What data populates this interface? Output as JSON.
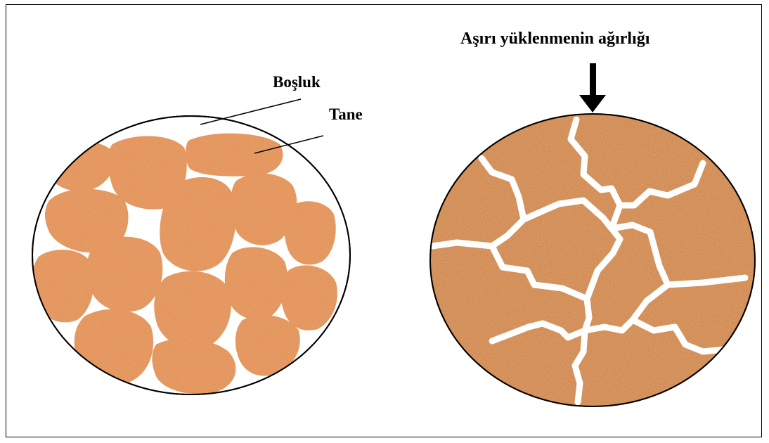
{
  "labels": {
    "void": "Boşluk",
    "grain": "Tane",
    "load": "Aşırı yüklenmenin ağırlığı"
  },
  "colors": {
    "grain_fill": "#e3935b",
    "grain_fill_compacted": "#cf8a55",
    "outline": "#000000",
    "background": "#ffffff"
  }
}
